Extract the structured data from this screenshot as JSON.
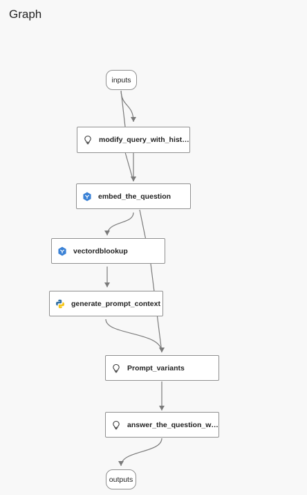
{
  "panel": {
    "title": "Graph"
  },
  "colors": {
    "edge": "#7a7a7a",
    "node_border": "#8f8f8f",
    "azure_blue": "#3b82d6",
    "python_blue": "#3572a5",
    "python_yellow": "#f5c518"
  },
  "nodes": {
    "inputs": {
      "label": "inputs"
    },
    "modify_query": {
      "label": "modify_query_with_history",
      "icon": "lightbulb-icon"
    },
    "embed_question": {
      "label": "embed_the_question",
      "icon": "azure-embedding-icon"
    },
    "vectordb": {
      "label": "vectordblookup",
      "icon": "azure-vector-icon"
    },
    "generate_context": {
      "label": "generate_prompt_context",
      "icon": "python-icon"
    },
    "prompt_variants": {
      "label": "Prompt_variants",
      "icon": "lightbulb-icon"
    },
    "answer_question": {
      "label": "answer_the_question_wit...",
      "icon": "lightbulb-icon"
    },
    "outputs": {
      "label": "outputs"
    }
  }
}
